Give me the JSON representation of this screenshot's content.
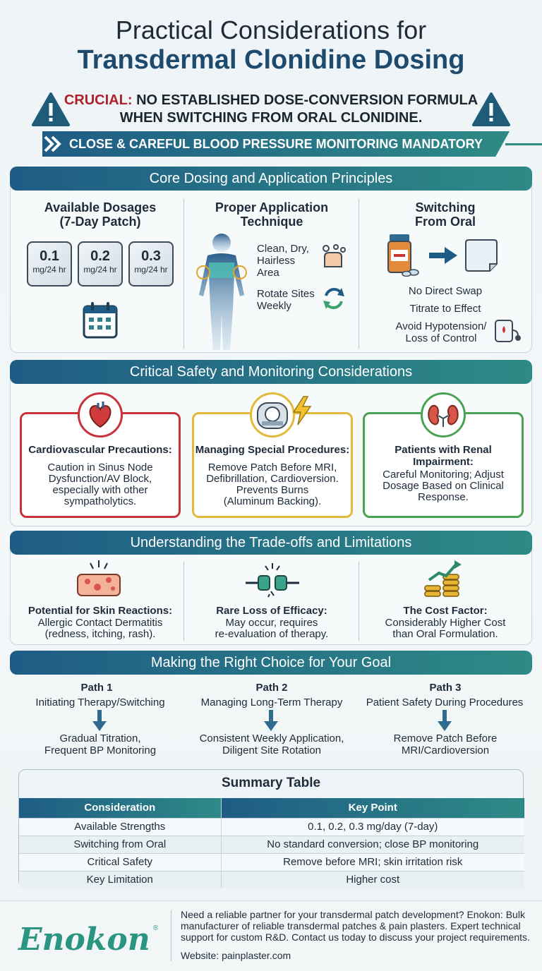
{
  "header": {
    "title_line1": "Practical Considerations for",
    "title_line2": "Transdermal Clonidine Dosing",
    "crucial_label": "CRUCIAL:",
    "crucial_text1": "NO ESTABLISHED DOSE-CONVERSION FORMULA",
    "crucial_text2": "WHEN SWITCHING FROM ORAL CLONIDINE.",
    "banner": "CLOSE & CAREFUL BLOOD PRESSURE MONITORING MANDATORY"
  },
  "core": {
    "heading": "Core Dosing and Application Principles",
    "dosages": {
      "title_line1": "Available Dosages",
      "title_line2": "(7-Day Patch)",
      "patches": [
        {
          "value": "0.1",
          "unit": "mg/24 hr"
        },
        {
          "value": "0.2",
          "unit": "mg/24 hr"
        },
        {
          "value": "0.3",
          "unit": "mg/24 hr"
        }
      ],
      "icon": "calendar-icon"
    },
    "application": {
      "title_line1": "Proper Application",
      "title_line2": "Technique",
      "item1_line1": "Clean, Dry,",
      "item1_line2": "Hairless",
      "item1_line3": "Area",
      "item2_line1": "Rotate Sites",
      "item2_line2": "Weekly"
    },
    "switching": {
      "title_line1": "Switching",
      "title_line2": "From Oral",
      "point1": "No Direct Swap",
      "point2": "Titrate to Effect",
      "point3_line1": "Avoid Hypotension/",
      "point3_line2": "Loss of Control"
    }
  },
  "safety": {
    "heading": "Critical Safety and Monitoring Considerations",
    "cards": [
      {
        "title": "Cardiovascular Precautions:",
        "body1": "Caution in Sinus Node",
        "body2": "Dysfunction/AV Block,",
        "body3": "especially with other",
        "body4": "sympatholytics.",
        "color": "#c8323a"
      },
      {
        "title": "Managing Special Procedures:",
        "body1": "Remove Patch Before MRI,",
        "body2": "Defibrillation, Cardioversion.",
        "body3": "Prevents Burns",
        "body4": "(Aluminum Backing).",
        "color": "#e2b93a"
      },
      {
        "title1": "Patients with Renal",
        "title2": "Impairment:",
        "body1": "Careful Monitoring; Adjust",
        "body2": "Dosage Based on Clinical",
        "body3": "Response.",
        "color": "#4aa355"
      }
    ]
  },
  "tradeoffs": {
    "heading": "Understanding the Trade-offs and Limitations",
    "items": [
      {
        "title": "Potential for Skin Reactions:",
        "body1": "Allergic Contact Dermatitis",
        "body2": "(redness, itching, rash)."
      },
      {
        "title": "Rare Loss of Efficacy:",
        "body1": "May occur, requires",
        "body2": "re-evaluation of therapy."
      },
      {
        "title": "The Cost Factor:",
        "body1": "Considerably Higher Cost",
        "body2": "than Oral Formulation."
      }
    ]
  },
  "choice": {
    "heading": "Making the Right Choice for Your Goal",
    "paths": [
      {
        "title": "Path 1",
        "subtitle": "Initiating Therapy/Switching",
        "result1": "Gradual Titration,",
        "result2": "Frequent BP Monitoring"
      },
      {
        "title": "Path 2",
        "subtitle": "Managing Long-Term Therapy",
        "result1": "Consistent Weekly Application,",
        "result2": "Diligent Site Rotation"
      },
      {
        "title": "Path 3",
        "subtitle": "Patient Safety During Procedures",
        "result1": "Remove Patch Before",
        "result2": "MRI/Cardioversion"
      }
    ]
  },
  "summary": {
    "title": "Summary Table",
    "headers": [
      "Consideration",
      "Key Point"
    ],
    "rows": [
      [
        "Available Strengths",
        "0.1, 0.2, 0.3 mg/day (7-day)"
      ],
      [
        "Switching from Oral",
        "No standard conversion; close BP monitoring"
      ],
      [
        "Critical Safety",
        "Remove before MRI; skin irritation risk"
      ],
      [
        "Key Limitation",
        "Higher cost"
      ]
    ]
  },
  "footer": {
    "logo": "Enokon",
    "logo_mark": "®",
    "text": "Need a reliable partner for your transdermal patch development? Enokon: Bulk manufacturer of reliable transdermal patches & pain plasters. Expert technical support for custom R&D. Contact us today to discuss your project requirements.",
    "website": "Website: painplaster.com"
  }
}
